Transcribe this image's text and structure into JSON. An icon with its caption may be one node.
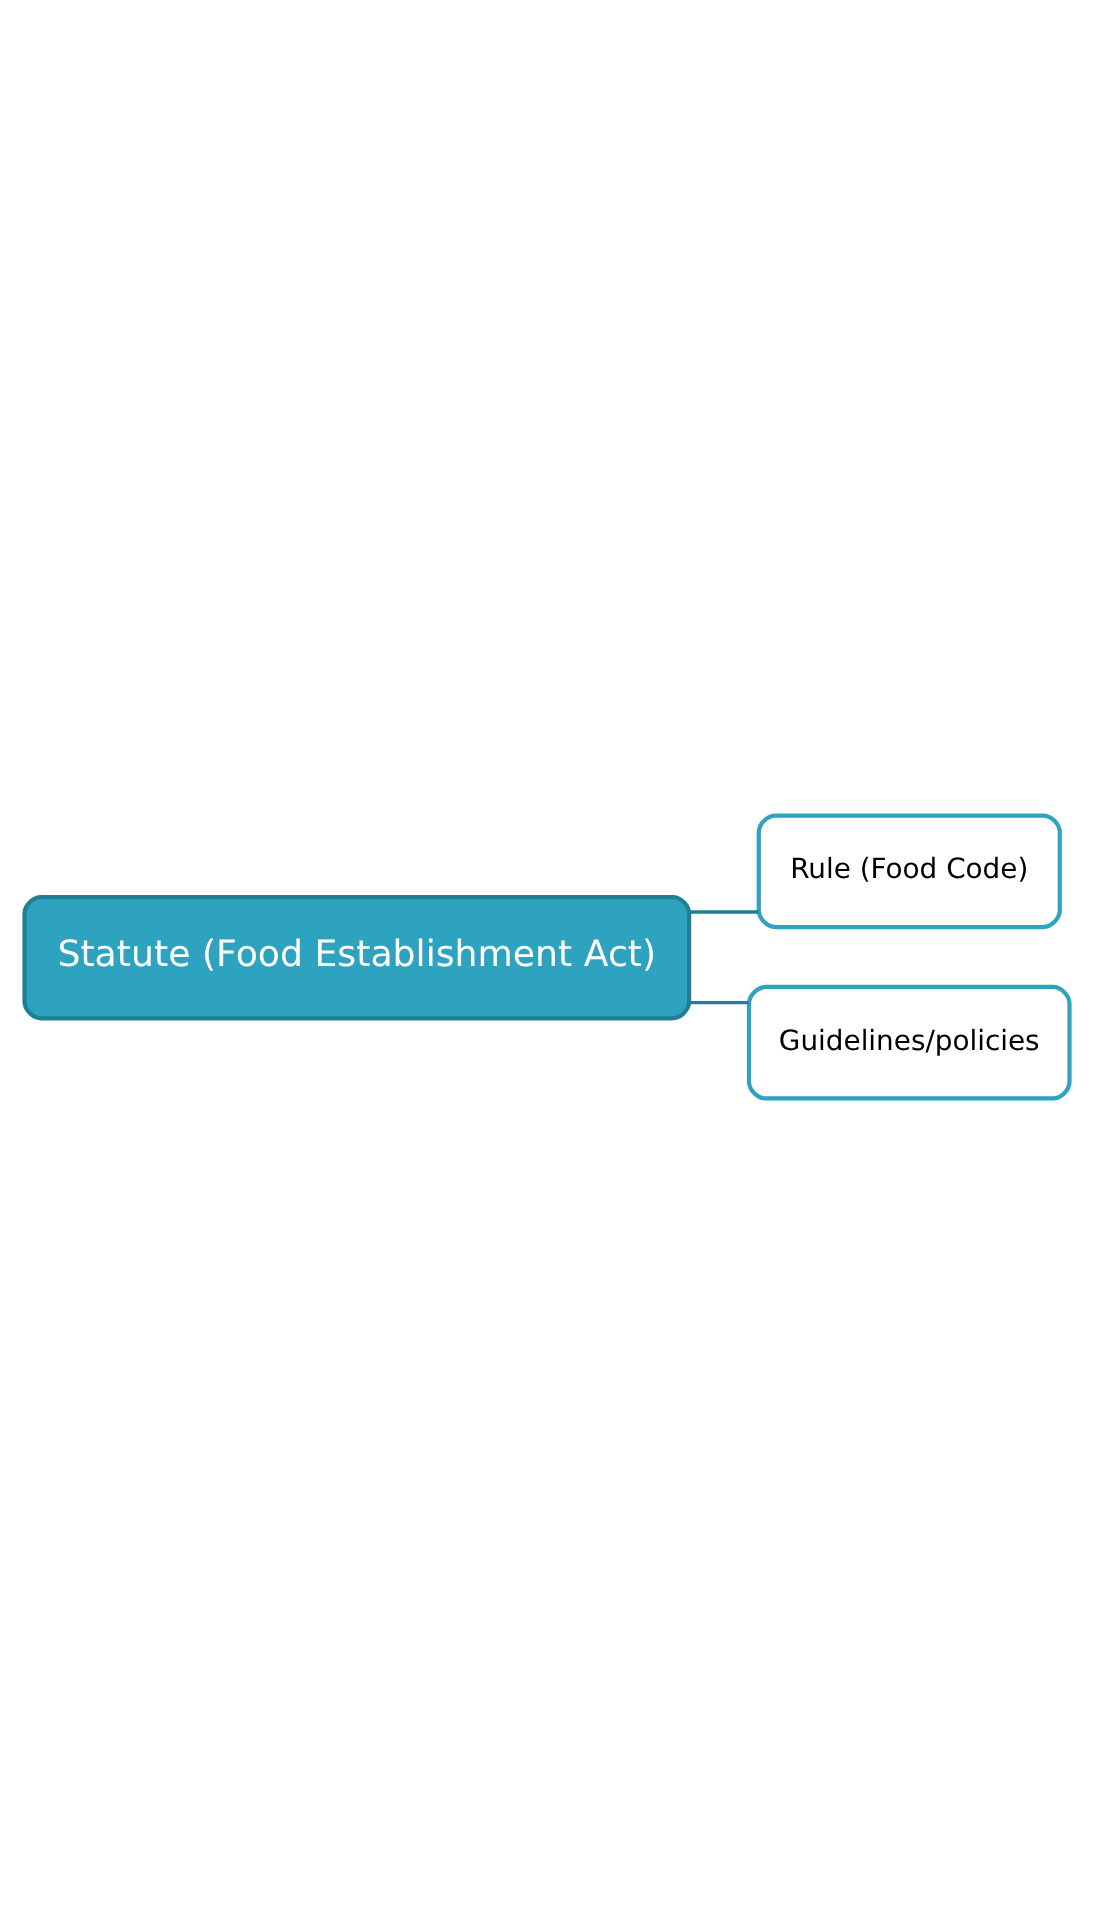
{
  "diagram": {
    "nodes": [
      {
        "text": [
          "Statute (Food Establishment Act)"
        ]
      },
      {
        "text": [
          "Rule (Food Code)"
        ]
      },
      {
        "text": [
          "Guidelines/policies"
        ]
      }
    ],
    "edges": [
      {
        "from": 0,
        "to": 1,
        "arrow": "none"
      },
      {
        "from": 0,
        "to": 2,
        "arrow": "none"
      }
    ]
  }
}
